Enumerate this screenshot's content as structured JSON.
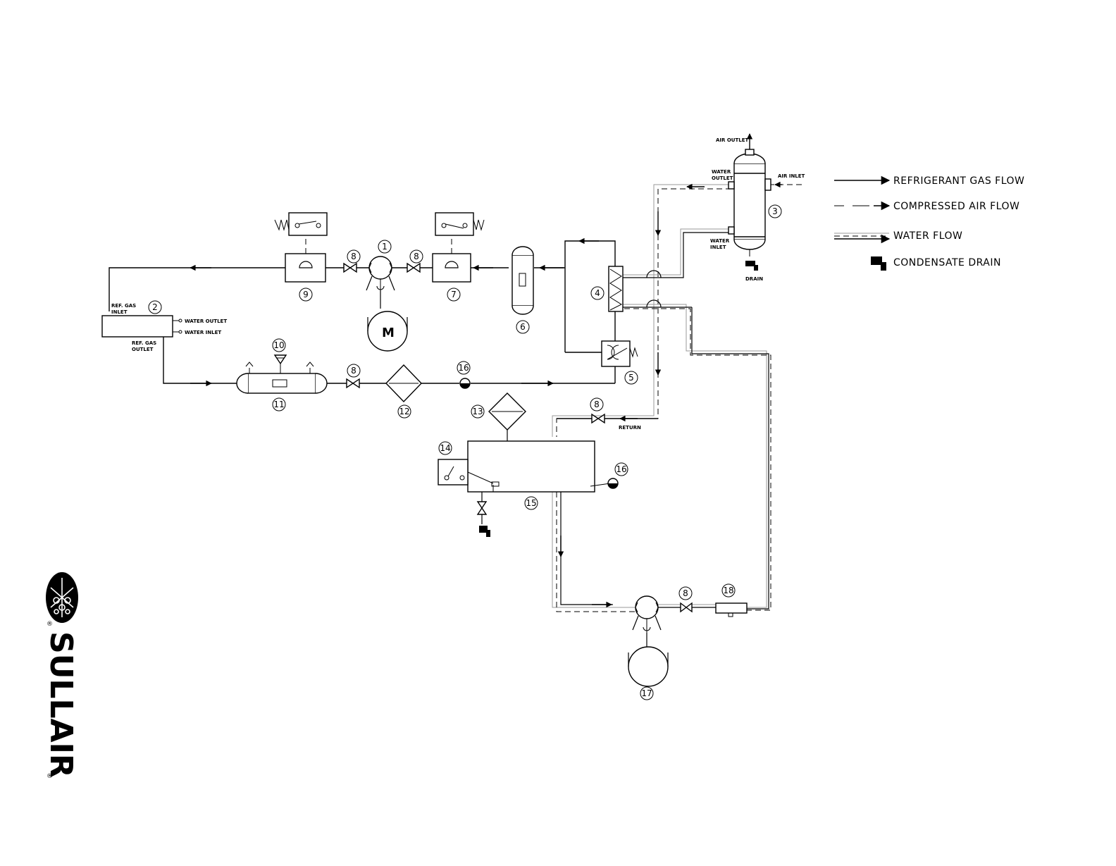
{
  "labels": {
    "air_outlet": "AIR OUTLET",
    "air_inlet": "AIR INLET",
    "water": "WATER",
    "outlet": "OUTLET",
    "inlet": "INLET",
    "drain": "DRAIN",
    "ref_gas": "REF. GAS",
    "water_outlet": "WATER OUTLET",
    "water_inlet": "WATER INLET",
    "return": "RETURN",
    "motor": "M"
  },
  "legend": {
    "refrigerant": "REFRIGERANT GAS FLOW",
    "compressed_air": "COMPRESSED AIR FLOW",
    "water": "WATER FLOW",
    "condensate": "CONDENSATE DRAIN"
  },
  "callouts": {
    "c1": "1",
    "c2": "2",
    "c3": "3",
    "c4": "4",
    "c5": "5",
    "c6": "6",
    "c7": "7",
    "c8": "8",
    "c9": "9",
    "c10": "10",
    "c11": "11",
    "c12": "12",
    "c13": "13",
    "c14": "14",
    "c15": "15",
    "c16": "16",
    "c17": "17",
    "c18": "18"
  },
  "logo": {
    "brand": "SULLAIR",
    "mark": "®"
  }
}
